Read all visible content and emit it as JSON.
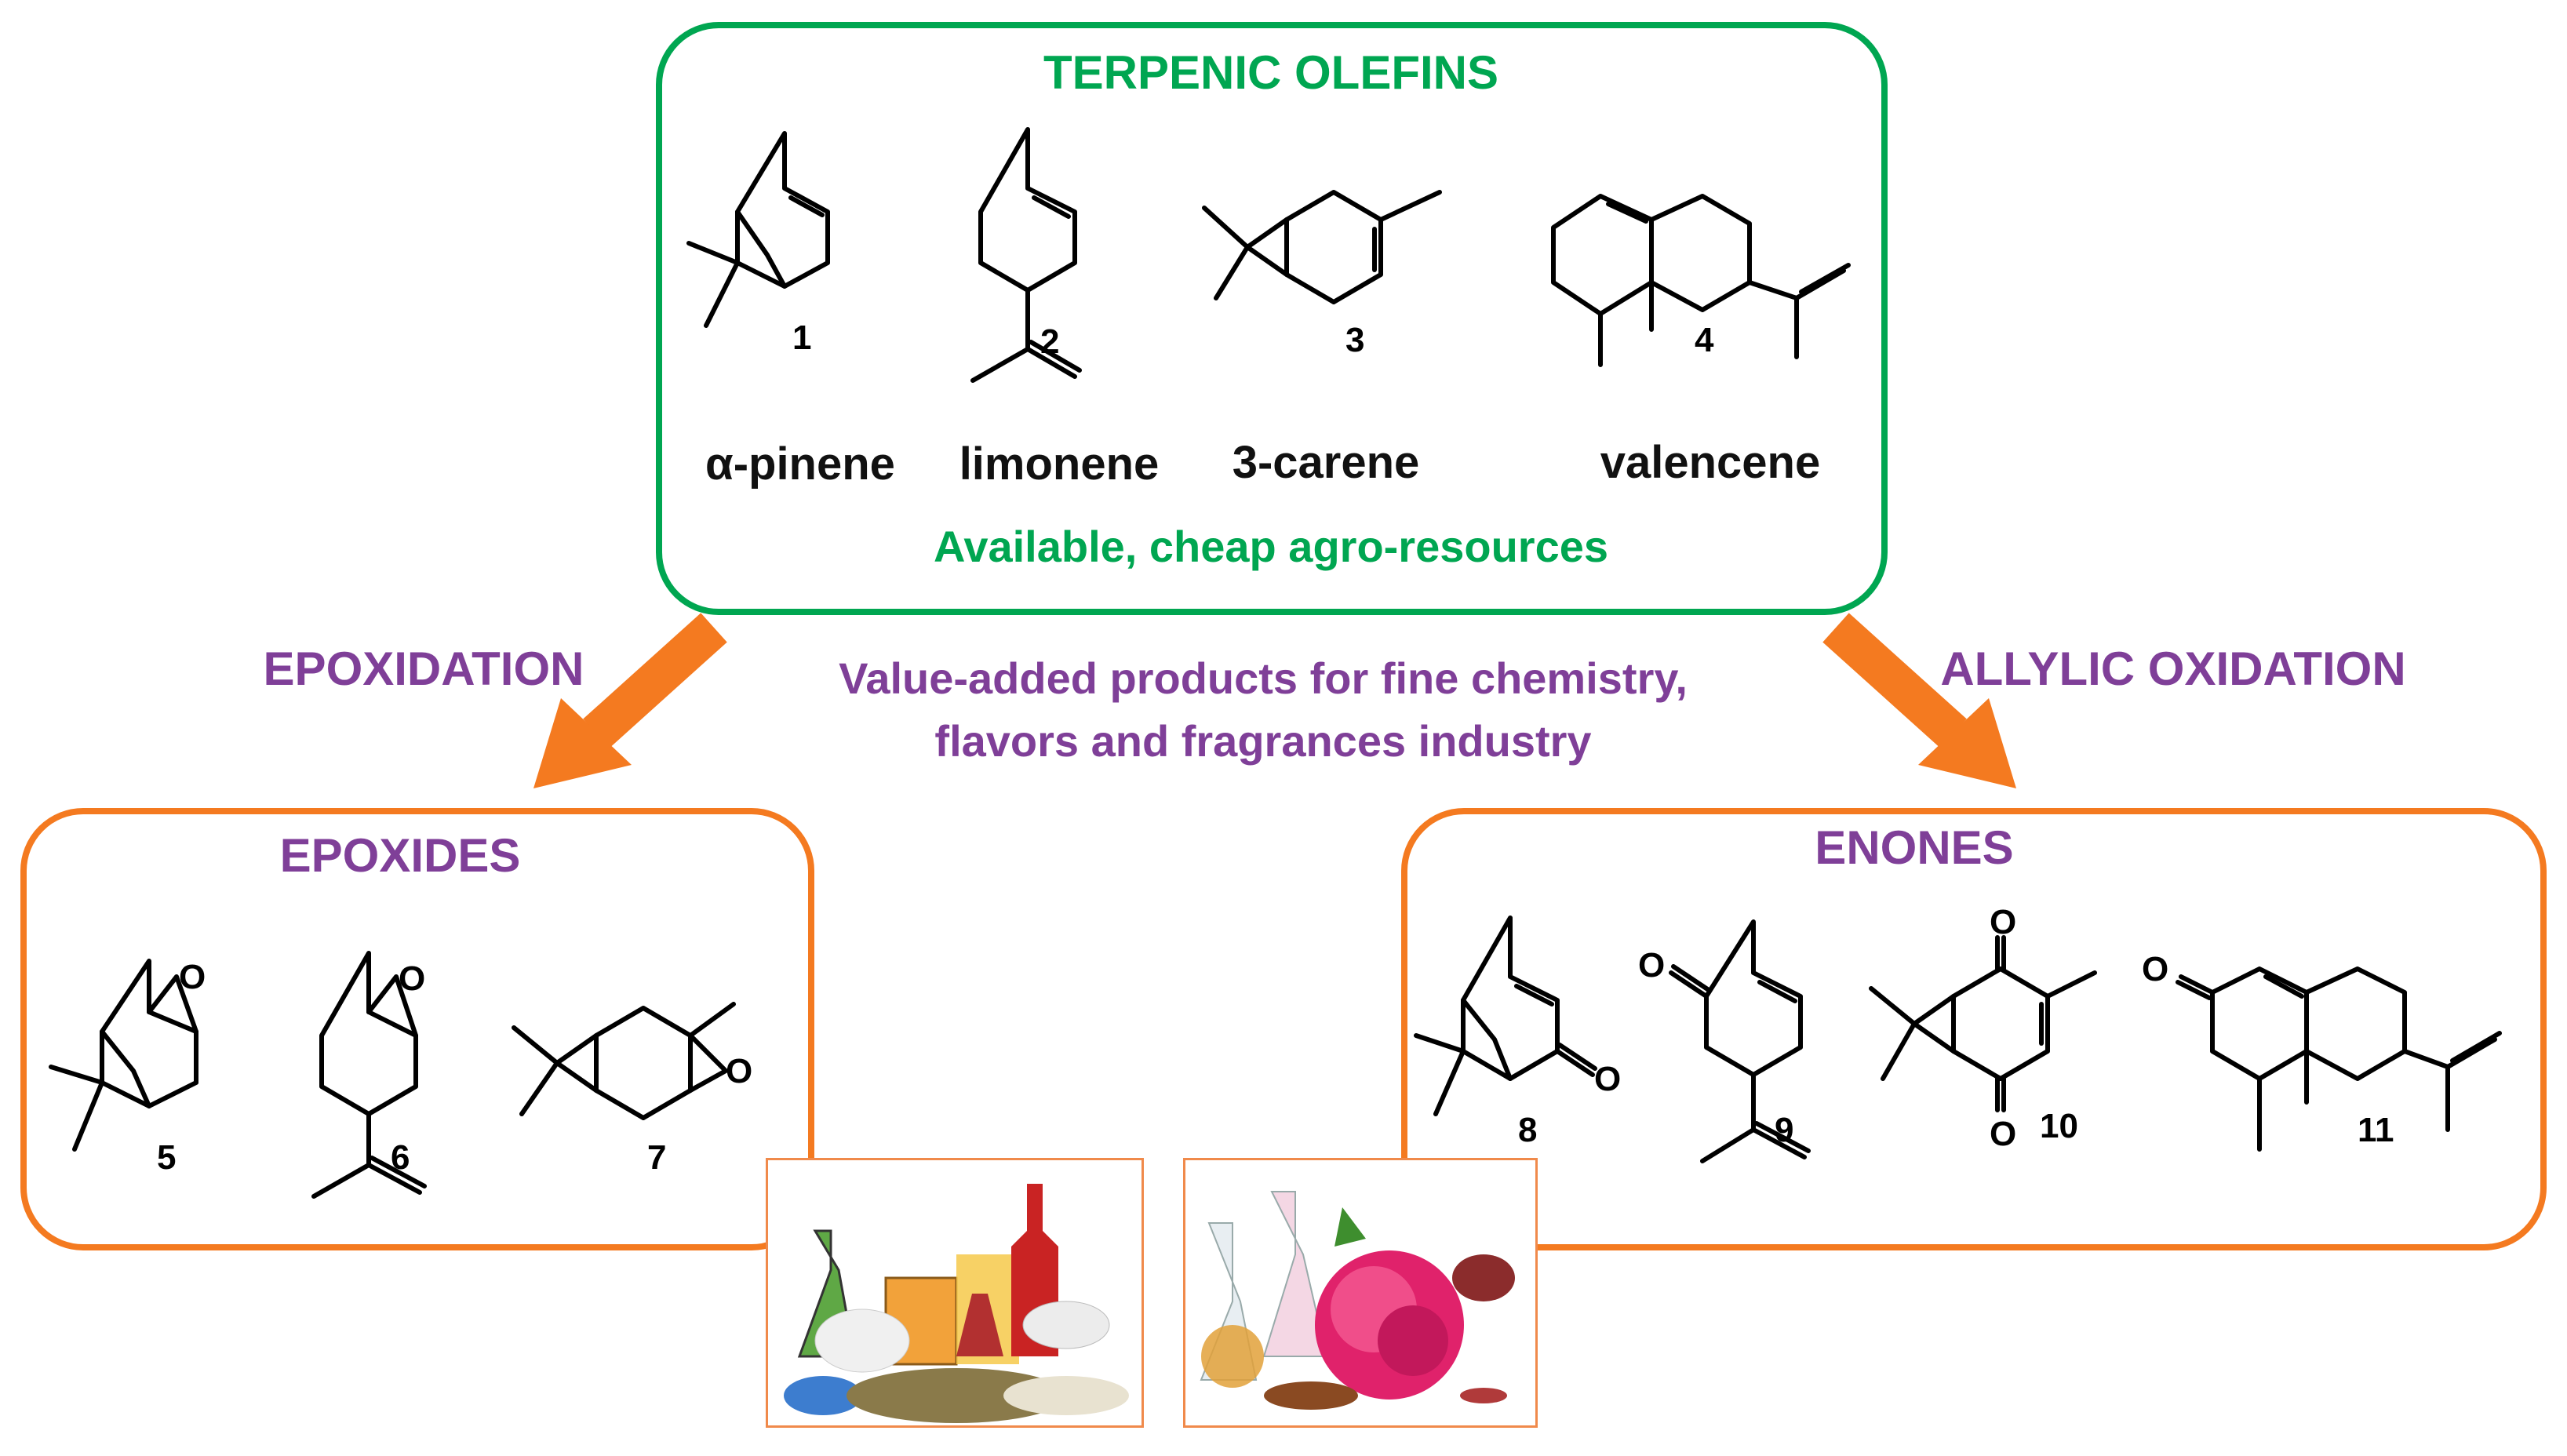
{
  "colors": {
    "green": "#00a651",
    "purple": "#7f3f98",
    "orange": "#f47a20"
  },
  "terpenic": {
    "title": "TERPENIC OLEFINS",
    "subtitle": "Available, cheap agro-resources",
    "compounds": [
      {
        "number": "1",
        "name": "α-pinene"
      },
      {
        "number": "2",
        "name": "limonene"
      },
      {
        "number": "3",
        "name": "3-carene"
      },
      {
        "number": "4",
        "name": "valencene"
      }
    ]
  },
  "arrows": {
    "left_label": "EPOXIDATION",
    "right_label": "ALLYLIC OXIDATION"
  },
  "center_text": {
    "line1": "Value-added products for fine chemistry,",
    "line2": "flavors and fragrances industry"
  },
  "epoxides": {
    "title": "EPOXIDES",
    "numbers": [
      "5",
      "6",
      "7"
    ],
    "oxygen": "O"
  },
  "enones": {
    "title": "ENONES",
    "numbers": [
      "8",
      "9",
      "10",
      "11"
    ],
    "oxygen": "O"
  },
  "photos": [
    {
      "description": "laboratory-flasks-chemicals-icon"
    },
    {
      "description": "flowers-perfume-icon"
    }
  ]
}
